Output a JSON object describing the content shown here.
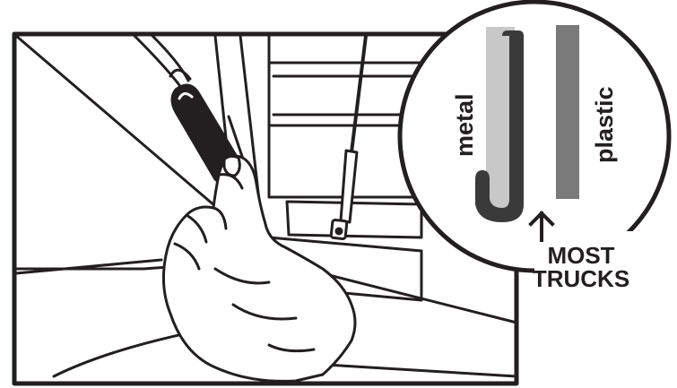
{
  "illustration": {
    "subject": "hand pulling a J-shaped seal on a truck bed panel",
    "hand_icon": "gloveless-hand-icon",
    "strut_icon": "gas-strut-icon"
  },
  "inset": {
    "label_left": "metal",
    "label_right": "plastic",
    "caption_line1": "MOST",
    "caption_line2": "TRUCKS",
    "arrow_icon": "up-arrow-icon"
  },
  "colors": {
    "line": "#231f20",
    "metal_dark": "#3a3a3a",
    "metal_light": "#c8c8c8",
    "plastic": "#7a7a7a",
    "background": "#ffffff"
  }
}
